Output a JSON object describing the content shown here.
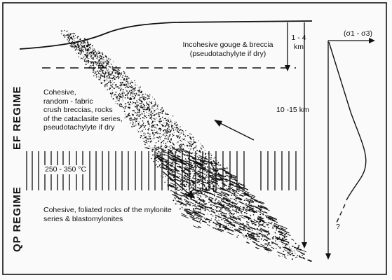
{
  "labels": {
    "ef_regime": "EF REGIME",
    "qp_regime": "QP REGIME",
    "gouge_line1": "Incohesive gouge & breccia",
    "gouge_line2": "(pseudotachylyte if dry)",
    "depth_shallow_line1": "1 - 4",
    "depth_shallow_line2": "km",
    "depth_deep": "10 -15 km",
    "cohesive_line1": "Cohesive,",
    "cohesive_line2": "random - fabric",
    "cohesive_line3": "crush breccias, rocks",
    "cohesive_line4": "of the cataclasite series,",
    "cohesive_line5": "pseudotachylyte if dry",
    "temperature": "250 - 350 °C",
    "foliated_line1": "Cohesive, foliated rocks of the mylonite",
    "foliated_line2": "series & blastomylonites",
    "stress_axis": "(σ1 - σ3)",
    "unknown_mark": "?"
  },
  "colors": {
    "ink": "#111111",
    "paper": "#fafafa"
  }
}
